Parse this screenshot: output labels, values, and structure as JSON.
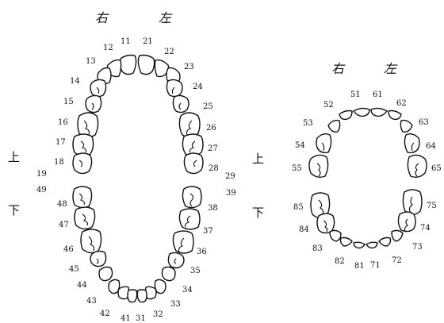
{
  "permanent": {
    "side_right": "右",
    "side_left": "左",
    "upper": "上",
    "lower": "下",
    "numbers": {
      "n11": "11",
      "n12": "12",
      "n13": "13",
      "n14": "14",
      "n15": "15",
      "n16": "16",
      "n17": "17",
      "n18": "18",
      "n19": "19",
      "n21": "21",
      "n22": "22",
      "n23": "23",
      "n24": "24",
      "n25": "25",
      "n26": "26",
      "n27": "27",
      "n28": "28",
      "n29": "29",
      "n31": "31",
      "n32": "32",
      "n33": "33",
      "n34": "34",
      "n35": "35",
      "n36": "36",
      "n37": "37",
      "n38": "38",
      "n39": "39",
      "n41": "41",
      "n42": "42",
      "n43": "43",
      "n44": "44",
      "n45": "45",
      "n46": "46",
      "n47": "47",
      "n48": "48",
      "n49": "49"
    }
  },
  "deciduous": {
    "side_right": "右",
    "side_left": "左",
    "upper": "上",
    "lower": "下",
    "numbers": {
      "n51": "51",
      "n52": "52",
      "n53": "53",
      "n54": "54",
      "n55": "55",
      "n61": "61",
      "n62": "62",
      "n63": "63",
      "n64": "64",
      "n65": "65",
      "n71": "71",
      "n72": "72",
      "n73": "73",
      "n74": "74",
      "n75": "75",
      "n81": "81",
      "n82": "82",
      "n83": "83",
      "n84": "84",
      "n85": "85"
    }
  }
}
